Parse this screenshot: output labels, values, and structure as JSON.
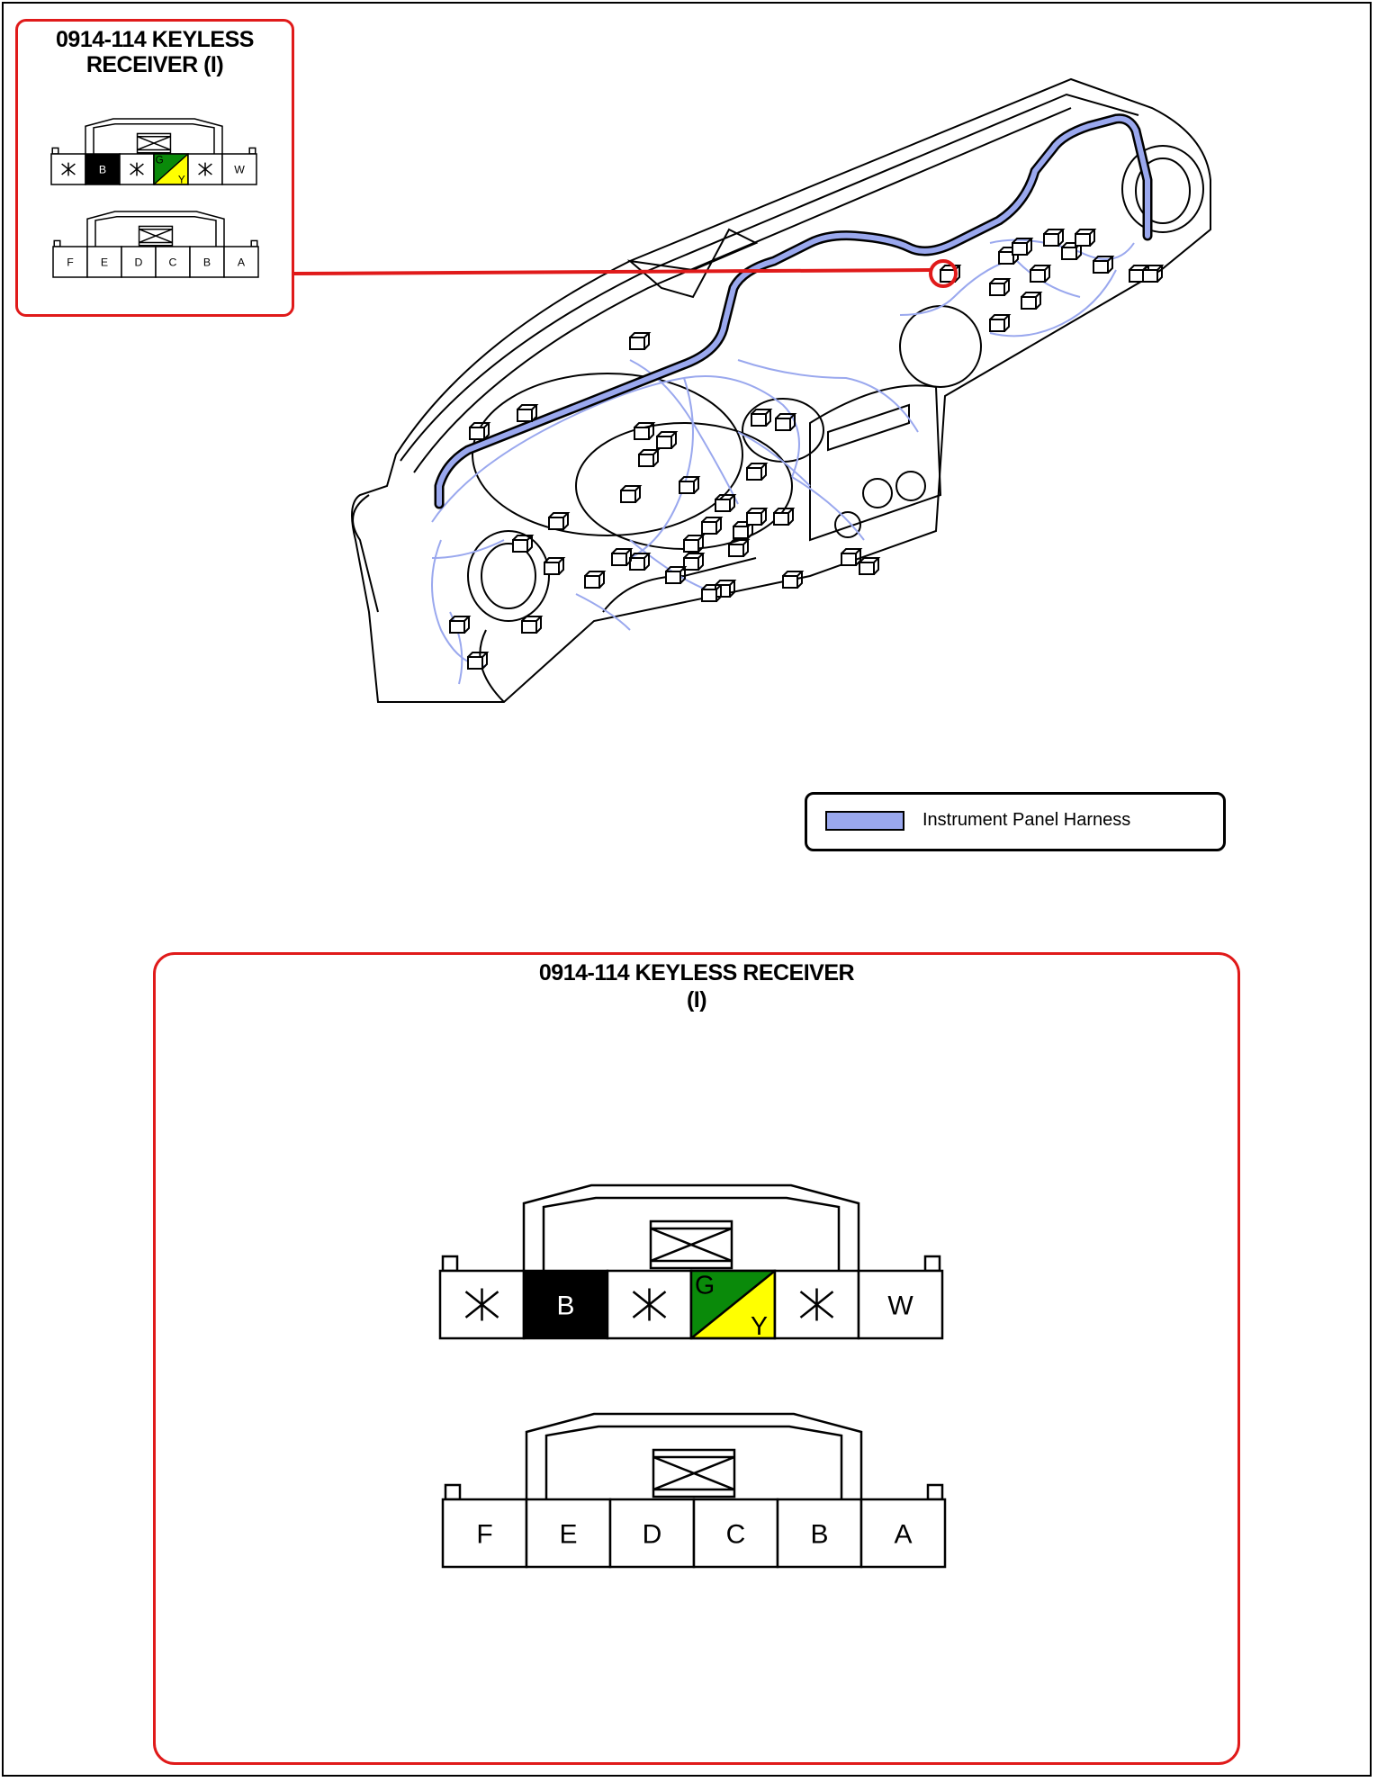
{
  "connector": {
    "title_line1": "0914-114 KEYLESS",
    "title_line2": "RECEIVER (I)",
    "full_title": "0914-114 KEYLESS RECEIVER",
    "full_title_sub": "(I)"
  },
  "harness_pins": [
    {
      "label": "",
      "type": "unused"
    },
    {
      "label": "B",
      "type": "black",
      "color": "#000000"
    },
    {
      "label": "",
      "type": "unused"
    },
    {
      "label_top": "G",
      "label_bottom": "Y",
      "type": "split",
      "color_top": "#0a8a0a",
      "color_bottom": "#ffff00"
    },
    {
      "label": "",
      "type": "unused"
    },
    {
      "label": "W",
      "type": "white",
      "color": "#ffffff"
    }
  ],
  "terminal_pins": [
    "F",
    "E",
    "D",
    "C",
    "B",
    "A"
  ],
  "legend": {
    "label": "Instrument Panel Harness",
    "color": "#9aa8ee"
  },
  "colors": {
    "callout": "#e01a1a",
    "harness": "#9aa8ee"
  }
}
